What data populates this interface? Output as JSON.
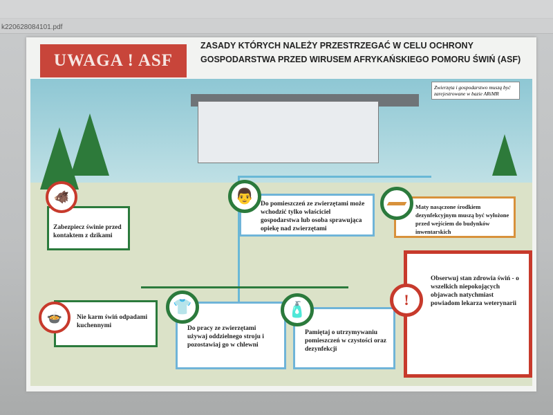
{
  "viewer": {
    "filename": "k220628084101.pdf"
  },
  "poster": {
    "badge": "UWAGA ! ASF",
    "title": "ZASADY KTÓRYCH NALEŻY PRZESTRZEGAĆ W CELU OCHRONY GOSPODARSTWA PRZED WIRUSEM AFRYKAŃSKIEGO POMORU ŚWIŃ (ASF)",
    "note": "Zwierzęta i gospodarstwo muszą być zarejestrowane w bazie ARiMR",
    "rules": [
      {
        "icon": "wild-boar-prohibited-icon",
        "text": "Zabezpiecz świnie przed kontaktem z dzikami"
      },
      {
        "icon": "farmer-icon",
        "text": "Do pomieszczeń ze zwierzętami może wchodzić tylko właściciel gospodarstwa lub osoba sprawująca opiekę nad zwierzętami"
      },
      {
        "icon": "mat-icon",
        "text": "Maty nasączone środkiem dezynfekcyjnym muszą być wyłożone przed wejściem do budynków inwentarskich"
      },
      {
        "icon": "kitchen-waste-prohibited-icon",
        "text": "Nie karm świń odpadami kuchennymi"
      },
      {
        "icon": "clothing-icon",
        "text": "Do pracy ze zwierzętami używaj oddzielnego stroju i pozostawiaj go w chlewni"
      },
      {
        "icon": "disinfectant-icon",
        "text": "Pamiętaj o utrzymywaniu pomieszczeń w czystości oraz dezynfekcji"
      },
      {
        "icon": "warning-icon",
        "text": "Obserwuj stan zdrowia świń - o wszelkich niepokojących objawach natychmiast powiadom lekarza weterynarii"
      }
    ]
  }
}
